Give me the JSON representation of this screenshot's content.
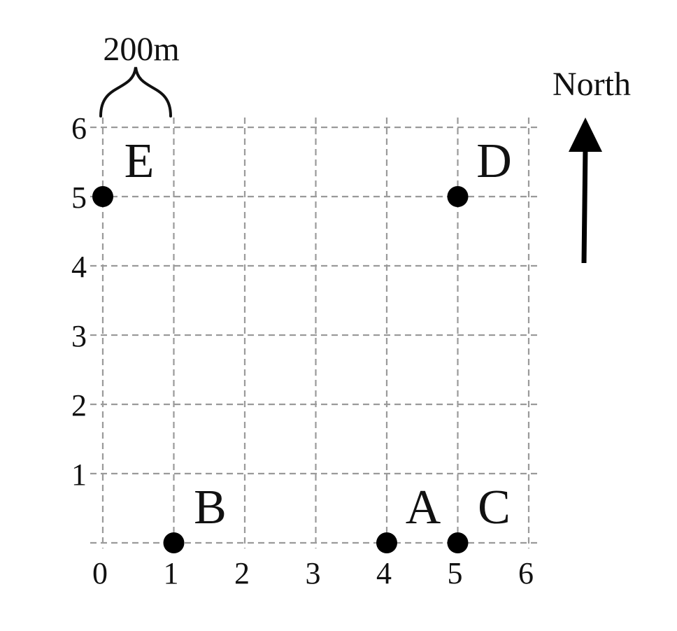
{
  "grid": {
    "x_ticks": [
      "0",
      "1",
      "2",
      "3",
      "4",
      "5",
      "6"
    ],
    "y_ticks": [
      "1",
      "2",
      "3",
      "4",
      "5",
      "6"
    ]
  },
  "scale": {
    "label": "200m",
    "span_units": 1
  },
  "compass": {
    "label": "North"
  },
  "points": [
    {
      "label": "A",
      "x": 4,
      "y": 0
    },
    {
      "label": "B",
      "x": 1,
      "y": 0
    },
    {
      "label": "C",
      "x": 5,
      "y": 0
    },
    {
      "label": "D",
      "x": 5,
      "y": 5
    },
    {
      "label": "E",
      "x": 0,
      "y": 5
    }
  ],
  "colors": {
    "grid": "#9a9a9a",
    "ink": "#000000"
  }
}
